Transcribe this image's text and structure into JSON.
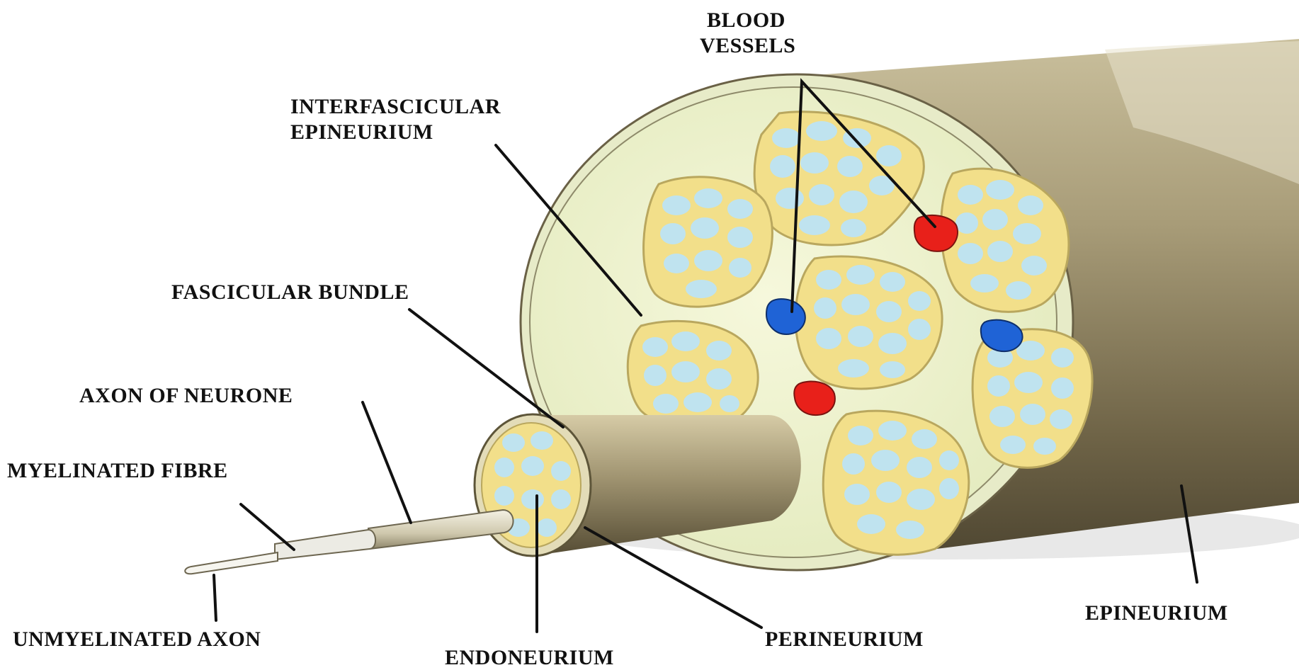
{
  "labels": {
    "blood_vessels": [
      "BLOOD",
      "VESSELS"
    ],
    "interfascicular_epineurium": [
      "INTERFASCICULAR",
      "EPINEURIUM"
    ],
    "fascicular_bundle": "FASCICULAR BUNDLE",
    "axon_of_neurone": "AXON OF NEURONE",
    "myelinated_fibre": "MYELINATED FIBRE",
    "unmyelinated_axon": "UNMYELINATED AXON",
    "endoneurium": "ENDONEURIUM",
    "perineurium": "PERINEURIUM",
    "epineurium": "EPINEURIUM"
  },
  "colors": {
    "epineurium_sheath": "#9a8f6e",
    "cross_section_fill": "#eef2cf",
    "fascicle_fill": "#f3e08a",
    "fibre_fill": "#bfe3ef",
    "artery": "#e8201a",
    "vein": "#1f63d6"
  }
}
